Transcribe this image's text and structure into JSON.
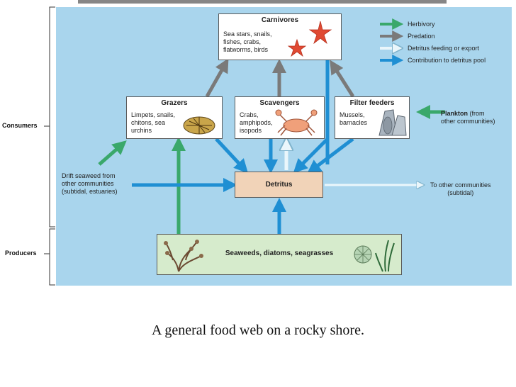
{
  "side_labels": {
    "consumers": "Consumers",
    "producers": "Producers"
  },
  "boxes": {
    "carnivores": {
      "title": "Carnivores",
      "text": "Sea stars, snails,\nfishes, crabs,\nflatworms, birds"
    },
    "grazers": {
      "title": "Grazers",
      "text": "Limpets, snails,\nchitons, sea\nurchins"
    },
    "scavengers": {
      "title": "Scavengers",
      "text": "Crabs,\namphipods,\nisopods"
    },
    "filter_feeders": {
      "title": "Filter feeders",
      "text": "Mussels,\nbarnacles"
    },
    "detritus": {
      "title": "Detritus"
    },
    "producers": {
      "title": "Seaweeds, diatoms, seagrasses"
    }
  },
  "labels": {
    "plankton": "Plankton",
    "plankton_rest": " (from\nother communities)",
    "drift": "Drift seaweed from\nother communities\n(subtidal, estuaries)",
    "to_other": "To other communities\n(subtidal)"
  },
  "legend": [
    {
      "label": "Herbivory",
      "color": "#3aa86b"
    },
    {
      "label": "Predation",
      "color": "#7a7a7a"
    },
    {
      "label": "Detritus feeding or export",
      "color": "#eaf6fb"
    },
    {
      "label": "Contribution to detritus pool",
      "color": "#1f8fd3"
    }
  ],
  "colors": {
    "herbivory": "#3aa86b",
    "predation": "#7a7a7a",
    "export": "#eaf6fb",
    "detritus_pool": "#1f8fd3"
  },
  "caption": "A general food web on a rocky shore."
}
